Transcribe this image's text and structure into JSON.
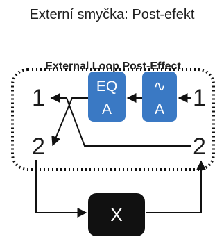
{
  "title": "Externí smyčka: Post-efekt",
  "diagram": {
    "box_title": "External Loop Post-Effect",
    "left_outputs": [
      "1",
      "2"
    ],
    "right_inputs": [
      "1",
      "2"
    ],
    "eq_block": {
      "top": "EQ",
      "bottom": "A"
    },
    "amp_block": {
      "symbol": "∿",
      "bottom": "A"
    },
    "external_block": "X",
    "colors": {
      "block_blue": "#3a79c4",
      "block_black": "#111111",
      "line": "#111111"
    }
  }
}
